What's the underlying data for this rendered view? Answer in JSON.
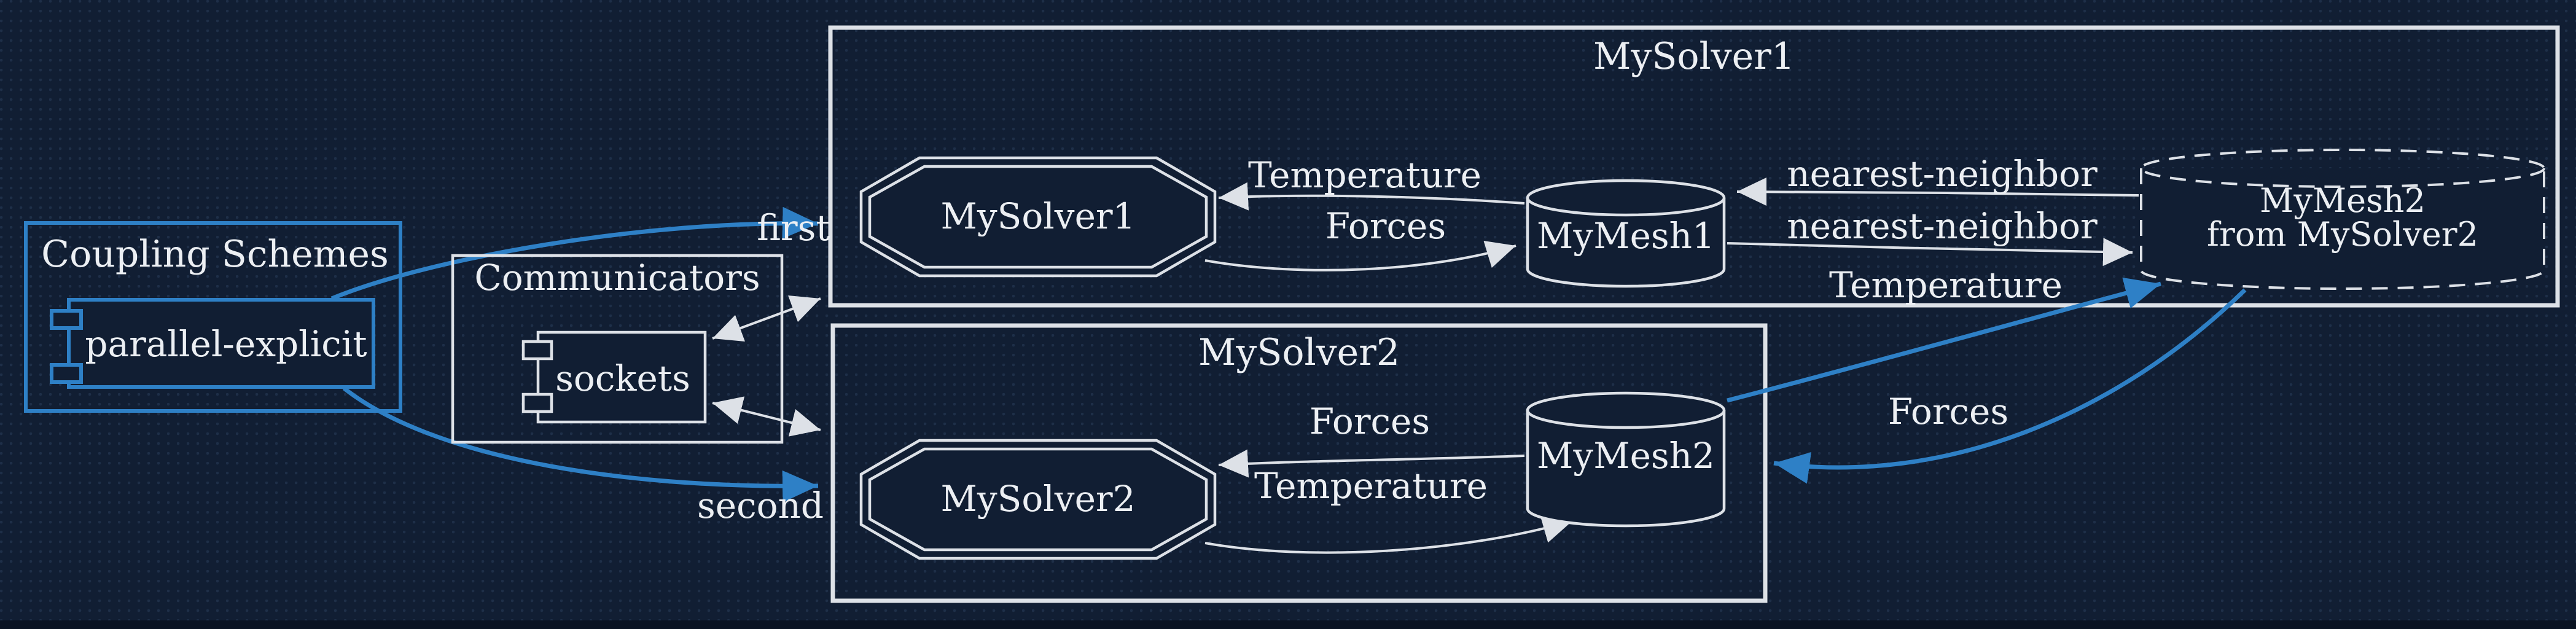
{
  "colors": {
    "background": "#111e33",
    "accent_blue": "#2e80c6",
    "line_white": "#dde1e7",
    "text": "#eceff3"
  },
  "coupling_schemes": {
    "title": "Coupling Schemes",
    "scheme": "parallel-explicit"
  },
  "communicators": {
    "title": "Communicators",
    "method": "sockets"
  },
  "scheme_edges": {
    "first": "first",
    "second": "second"
  },
  "participant1": {
    "title": "MySolver1",
    "solver": "MySolver1",
    "mesh": "MyMesh1",
    "received_mesh_line1": "MyMesh2",
    "received_mesh_line2": "from MySolver2",
    "read_data": "Temperature",
    "write_data": "Forces",
    "mapping_read": "nearest-neighbor",
    "mapping_write": "nearest-neighbor"
  },
  "participant2": {
    "title": "MySolver2",
    "solver": "MySolver2",
    "mesh": "MyMesh2",
    "read_data": "Forces",
    "write_data": "Temperature"
  },
  "exchanges": {
    "temperature": "Temperature",
    "forces": "Forces"
  }
}
